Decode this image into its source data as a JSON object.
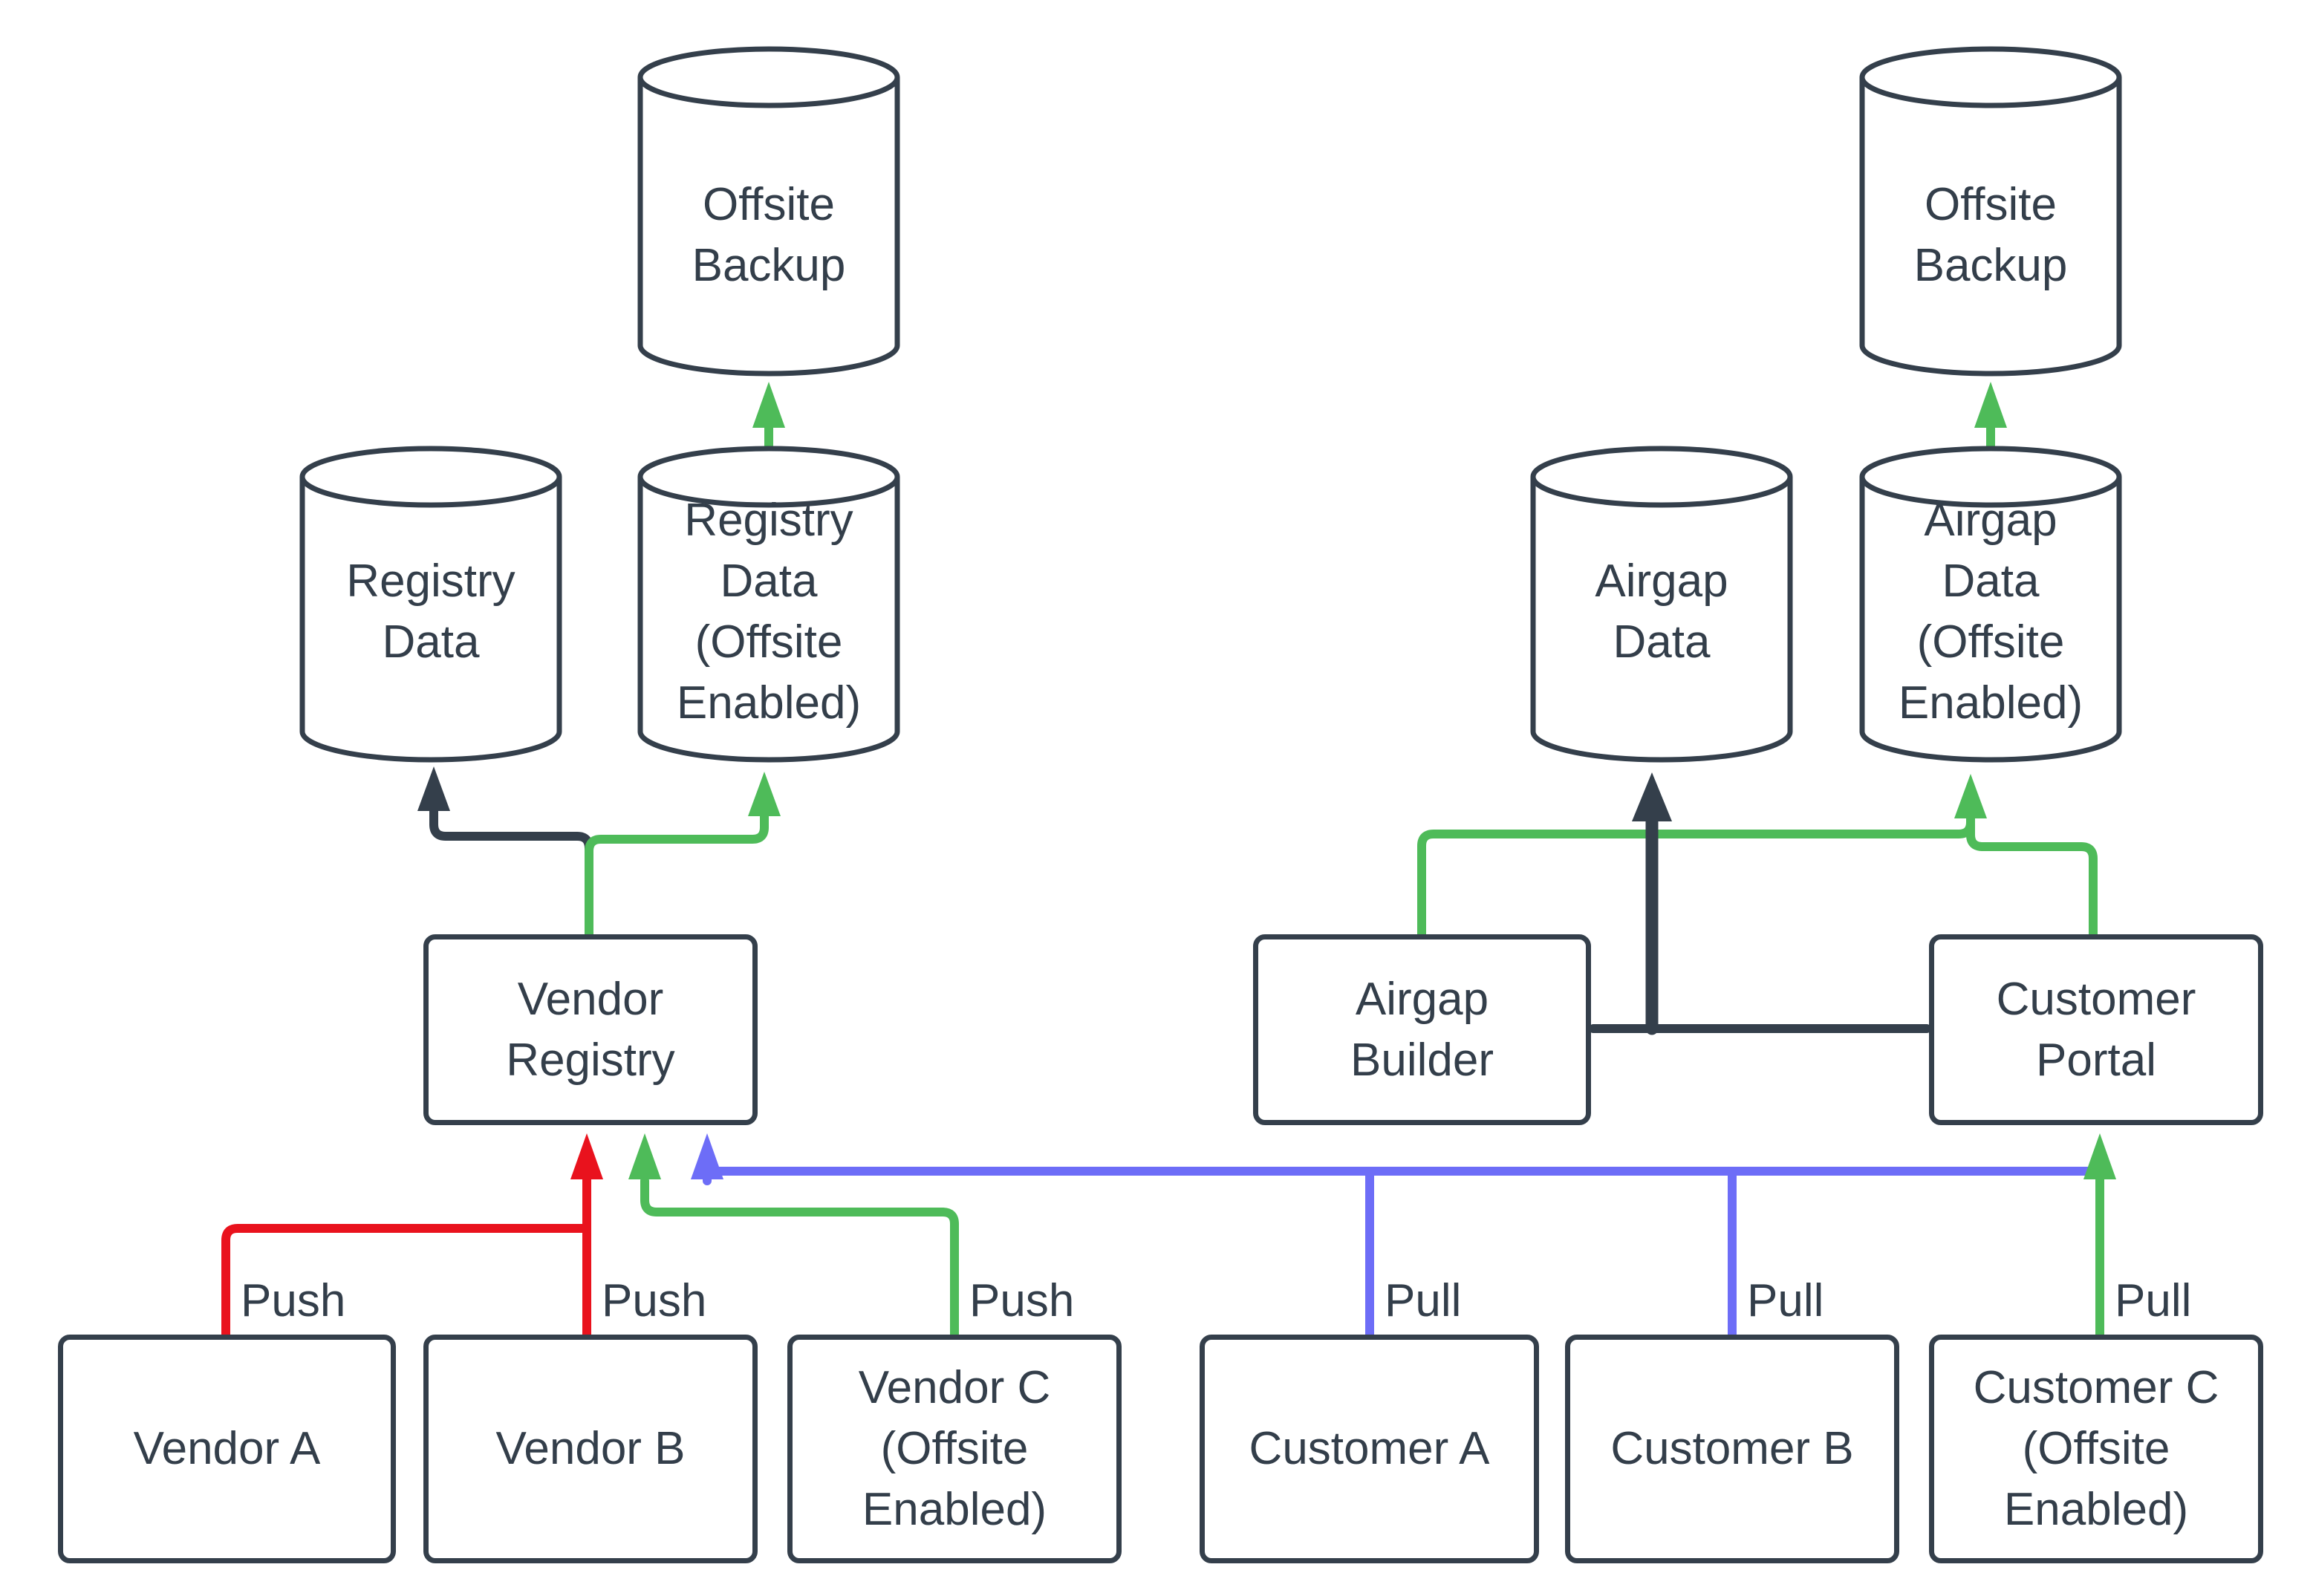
{
  "diagram": {
    "title": "Vendor registry and customer portal data flow",
    "nodes": {
      "offsite_backup_left": {
        "label": "Offsite\nBackup",
        "shape": "cylinder"
      },
      "registry_data": {
        "label": "Registry\nData",
        "shape": "cylinder"
      },
      "registry_data_offsite": {
        "label": "Registry\nData\n(Offsite\nEnabled)",
        "shape": "cylinder"
      },
      "vendor_registry": {
        "label": "Vendor\nRegistry",
        "shape": "rect"
      },
      "vendor_a": {
        "label": "Vendor A",
        "shape": "rect"
      },
      "vendor_b": {
        "label": "Vendor B",
        "shape": "rect"
      },
      "vendor_c": {
        "label": "Vendor C\n(Offsite\nEnabled)",
        "shape": "rect"
      },
      "airgap_data": {
        "label": "Airgap\nData",
        "shape": "cylinder"
      },
      "airgap_data_offsite": {
        "label": "Airgap\nData\n(Offsite\nEnabled)",
        "shape": "cylinder"
      },
      "offsite_backup_right": {
        "label": "Offsite\nBackup",
        "shape": "cylinder"
      },
      "airgap_builder": {
        "label": "Airgap\nBuilder",
        "shape": "rect"
      },
      "customer_portal": {
        "label": "Customer\nPortal",
        "shape": "rect"
      },
      "customer_a": {
        "label": "Customer A",
        "shape": "rect"
      },
      "customer_b": {
        "label": "Customer B",
        "shape": "rect"
      },
      "customer_c": {
        "label": "Customer C\n(Offsite\nEnabled)",
        "shape": "rect"
      }
    },
    "edge_labels": {
      "push_vendor_a": "Push",
      "push_vendor_b": "Push",
      "push_vendor_c": "Push",
      "pull_customer_a": "Pull",
      "pull_customer_b": "Pull",
      "pull_customer_c": "Pull"
    },
    "edges": [
      {
        "from": "vendor_registry",
        "to": "registry_data",
        "color": "dark"
      },
      {
        "from": "vendor_registry",
        "to": "registry_data_offsite",
        "color": "green"
      },
      {
        "from": "registry_data_offsite",
        "to": "offsite_backup_left",
        "color": "green"
      },
      {
        "from": "vendor_a",
        "to": "vendor_registry",
        "label": "Push",
        "color": "red"
      },
      {
        "from": "vendor_b",
        "to": "vendor_registry",
        "label": "Push",
        "color": "red"
      },
      {
        "from": "vendor_c",
        "to": "vendor_registry",
        "label": "Push",
        "color": "green"
      },
      {
        "from": "customer_a",
        "to": "vendor_registry",
        "label": "Pull",
        "color": "blue"
      },
      {
        "from": "customer_b",
        "to": "vendor_registry",
        "label": "Pull",
        "color": "blue"
      },
      {
        "from": "customer_c",
        "to": "customer_portal",
        "label": "Pull",
        "color": "green"
      },
      {
        "from": "airgap_builder",
        "to": "airgap_data",
        "color": "dark"
      },
      {
        "from": "customer_portal",
        "to": "airgap_data",
        "color": "dark"
      },
      {
        "from": "airgap_builder",
        "to": "airgap_data_offsite",
        "color": "green"
      },
      {
        "from": "customer_portal",
        "to": "airgap_data_offsite",
        "color": "green"
      },
      {
        "from": "airgap_data_offsite",
        "to": "offsite_backup_right",
        "color": "green"
      }
    ],
    "colors": {
      "background": "#ffffff",
      "node_fill": "#ffffff",
      "node_border": "#343f4b",
      "text": "#333e4a",
      "edge_dark": "#343f4b",
      "edge_red": "#e9121d",
      "edge_green": "#4ebb59",
      "edge_blue": "#6d6df7"
    }
  }
}
